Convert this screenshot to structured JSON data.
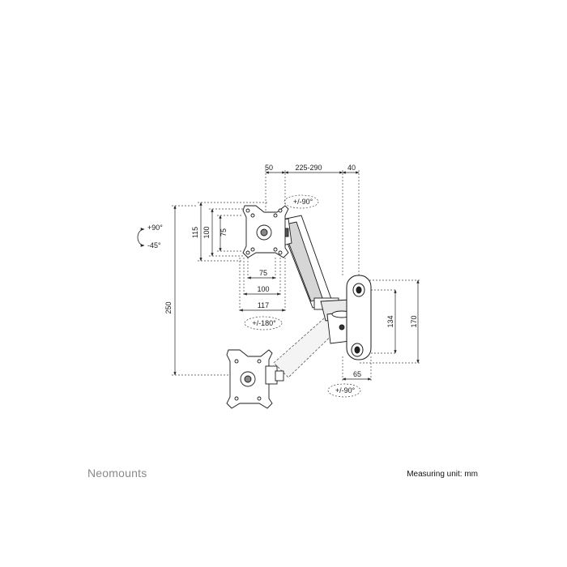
{
  "brand": "Neomounts",
  "unit_note": "Measuring unit: mm",
  "dimensions": {
    "top_offset": "50",
    "arm_reach": "225-290",
    "wall_depth": "40",
    "vesa_115": "115",
    "vesa_100_v": "100",
    "vesa_75_v": "75",
    "vesa_75_h": "75",
    "vesa_100_h": "100",
    "vesa_117_h": "117",
    "height_range": "250",
    "plate_134": "134",
    "plate_170": "170",
    "plate_65": "65"
  },
  "rotations": {
    "tilt_up": "+90°",
    "tilt_down": "-45°",
    "swivel_top": "+/-90°",
    "rotate": "+/-180°",
    "swivel_bottom": "+/-90°"
  }
}
